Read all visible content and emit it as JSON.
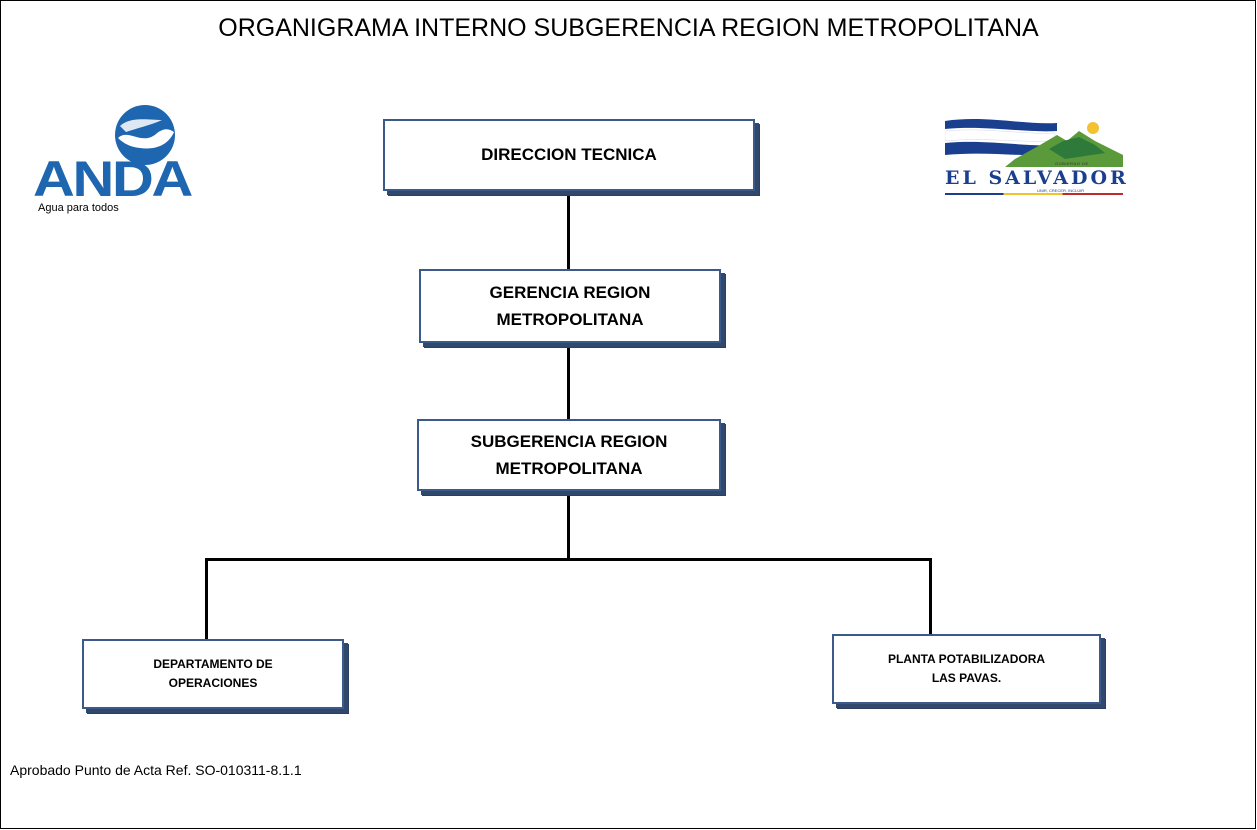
{
  "title": "ORGANIGRAMA INTERNO SUBGERENCIA REGION METROPOLITANA",
  "nodes": {
    "direccion": "DIRECCION TECNICA",
    "gerencia": "GERENCIA REGION\nMETROPOLITANA",
    "subgerencia": "SUBGERENCIA REGION\nMETROPOLITANA",
    "operaciones": "DEPARTAMENTO  DE\nOPERACIONES",
    "planta": "PLANTA POTABILIZADORA\nLAS PAVAS."
  },
  "logos": {
    "anda": {
      "name": "ANDA",
      "tagline": "Agua para todos"
    },
    "gobierno": {
      "name": "EL SALVADOR",
      "small_top": "GOBIERNO DE",
      "tagline": "UNIR, CRECER, INCLUIR"
    }
  },
  "footer": "Aprobado Punto de Acta Ref. SO-010311-8.1.1",
  "colors": {
    "box_border": "#3b5a8a",
    "anda_blue": "#1f66b1",
    "gob_blue": "#1b3f8f",
    "gob_green": "#5a9a3a"
  }
}
